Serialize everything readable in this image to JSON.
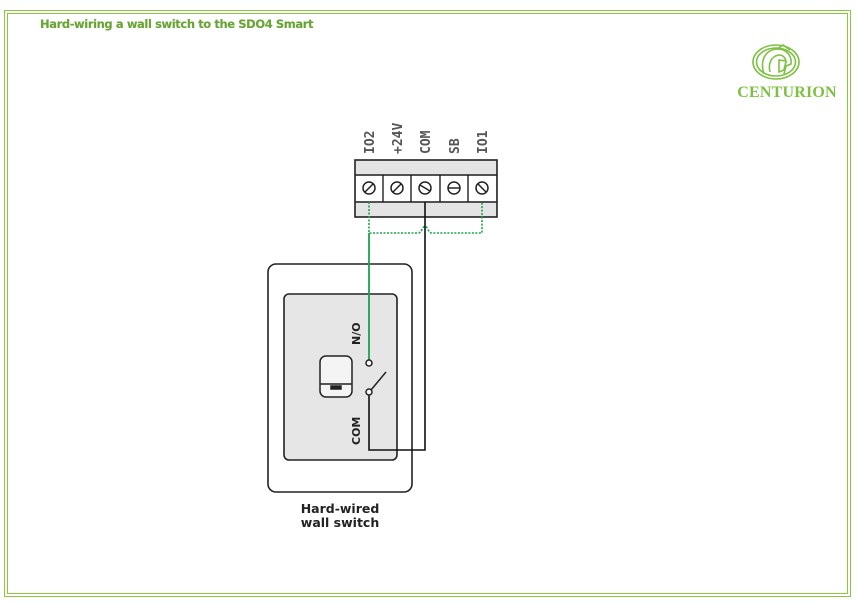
{
  "title": "Hard-wiring a wall switch to the SDO4 Smart",
  "logo": {
    "name": "CENTURION",
    "icon": "centurion-helmet-icon",
    "color": "#7dc142"
  },
  "frame_color": "#8cc63f",
  "terminal_block": {
    "terminals": [
      {
        "label": "IO2",
        "screw_icon": "screw-slot-icon"
      },
      {
        "label": "+24V",
        "screw_icon": "screw-slot-icon"
      },
      {
        "label": "COM",
        "screw_icon": "screw-slot-icon"
      },
      {
        "label": "SB",
        "screw_icon": "screw-slot-icon"
      },
      {
        "label": "IO1",
        "screw_icon": "screw-slot-icon"
      }
    ]
  },
  "wall_switch": {
    "no_label": "N/O",
    "com_label": "COM",
    "caption_line1": "Hard-wired",
    "caption_line2": "wall switch"
  },
  "wires": {
    "io2_color": "#1aa34a",
    "com_color": "#111111",
    "optional_link_color": "#1aa34a"
  }
}
